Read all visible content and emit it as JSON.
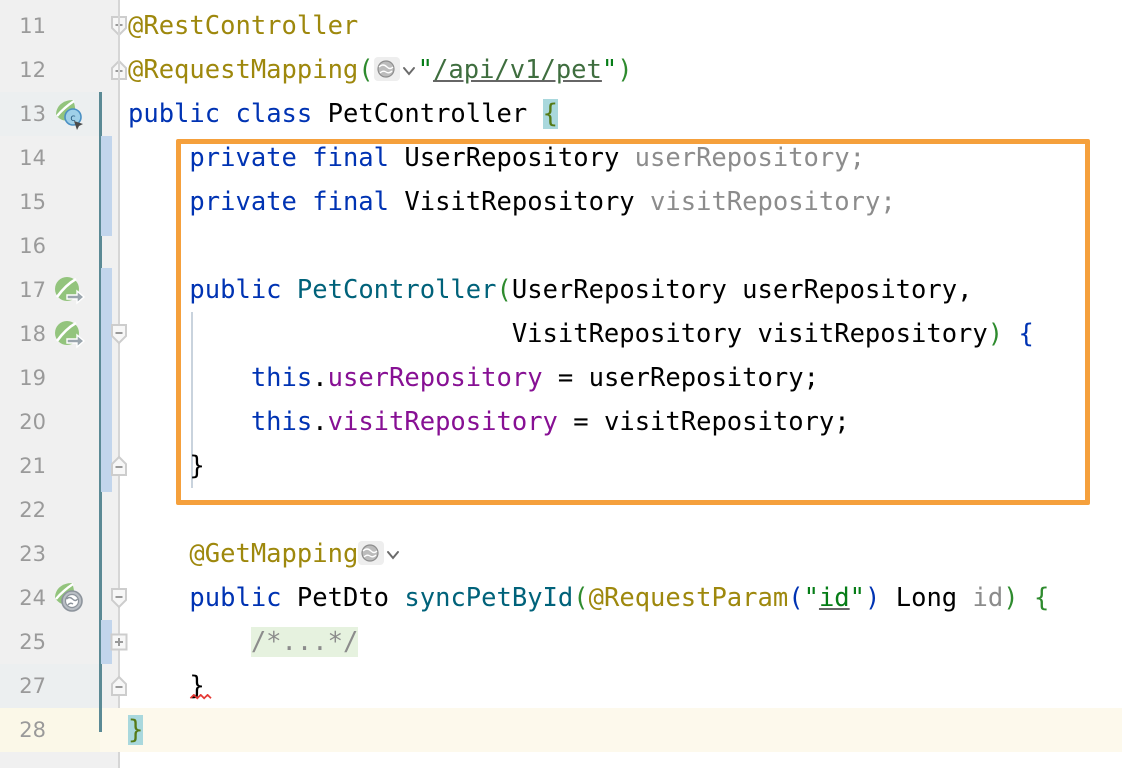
{
  "editor": {
    "app": "java-code-editor",
    "language": "java",
    "current_line": 28,
    "colors": {
      "keyword": "#0033b3",
      "annotation": "#9e880d",
      "string": "#067d17",
      "field": "#871094",
      "method_declaration": "#00627a",
      "grayed_out": "#8c8c8c",
      "highlight_box_border": "#f5a03c",
      "brace_match_bg": "#a9d8dd",
      "current_line_bg": "#fdf9ec",
      "vcs_change_bar": "#c2d5ec",
      "folded_comment_bg": "#e6f2df"
    },
    "highlight_box": {
      "name": "constructor-and-fields-highlight",
      "covers_lines": "14-21"
    },
    "lines": [
      {
        "number": "11",
        "text": "@RestController"
      },
      {
        "number": "12",
        "text": "@RequestMapping(\"/api/v1/pet\")"
      },
      {
        "number": "13",
        "text": "public class PetController {"
      },
      {
        "number": "14",
        "text": "    private final UserRepository userRepository;"
      },
      {
        "number": "15",
        "text": "    private final VisitRepository visitRepository;"
      },
      {
        "number": "16",
        "text": ""
      },
      {
        "number": "17",
        "text": "    public PetController(UserRepository userRepository,"
      },
      {
        "number": "18",
        "text": "                         VisitRepository visitRepository) {"
      },
      {
        "number": "19",
        "text": "        this.userRepository = userRepository;"
      },
      {
        "number": "20",
        "text": "        this.visitRepository = visitRepository;"
      },
      {
        "number": "21",
        "text": "    }"
      },
      {
        "number": "22",
        "text": ""
      },
      {
        "number": "23",
        "text": "    @GetMapping"
      },
      {
        "number": "24",
        "text": "    public PetDto syncPetById(@RequestParam(\"id\") Long id) {"
      },
      {
        "number": "25",
        "text": "        /*...*/"
      },
      {
        "number": "27",
        "text": "    }"
      },
      {
        "number": "28",
        "text": "}"
      }
    ],
    "tokens": {
      "at_rest_controller": "@RestController",
      "at_request_mapping": "@RequestMapping",
      "lparen": "(",
      "rparen": ")",
      "quote": "\"",
      "api_path": "/api/v1/pet",
      "kw_public": "public",
      "kw_private": "private",
      "kw_final": "final",
      "kw_class": "class",
      "kw_this": "this",
      "class_name": "PetController",
      "type_user_repository": "UserRepository",
      "type_visit_repository": "VisitRepository",
      "field_user_repository": "userRepository",
      "field_visit_repository": "visitRepository",
      "semicolon": ";",
      "dot": ".",
      "equals": "=",
      "lbrace": "{",
      "rbrace": "}",
      "at_get_mapping": "@GetMapping",
      "type_pet_dto": "PetDto",
      "method_sync_pet_by_id": "syncPetById",
      "at_request_param": "@RequestParam",
      "param_id_string": "id",
      "type_long": "Long",
      "param_id": "id",
      "comma": ",",
      "folded_comment": "/*...*/"
    },
    "gutter_icons": [
      {
        "line": "13",
        "name": "spring-bean-class-icon",
        "tooltip": "Spring Bean"
      },
      {
        "line": "17",
        "name": "spring-autowired-dependency-icon",
        "tooltip": "Autowired dependency"
      },
      {
        "line": "18",
        "name": "spring-autowired-dependency-icon",
        "tooltip": "Autowired dependency"
      },
      {
        "line": "24",
        "name": "rest-endpoint-icon",
        "tooltip": "REST endpoint"
      }
    ],
    "fold_markers": [
      {
        "line": "11",
        "name": "fold-region-start",
        "state": "expanded"
      },
      {
        "line": "12",
        "name": "fold-region-end",
        "state": "expanded"
      },
      {
        "line": "18",
        "name": "fold-region-start",
        "state": "expanded"
      },
      {
        "line": "21",
        "name": "fold-region-end",
        "state": "expanded"
      },
      {
        "line": "24",
        "name": "fold-region-start",
        "state": "expanded"
      },
      {
        "line": "25",
        "name": "fold-expand-toggle",
        "state": "collapsed"
      },
      {
        "line": "27",
        "name": "fold-region-end",
        "state": "expanded"
      }
    ]
  }
}
